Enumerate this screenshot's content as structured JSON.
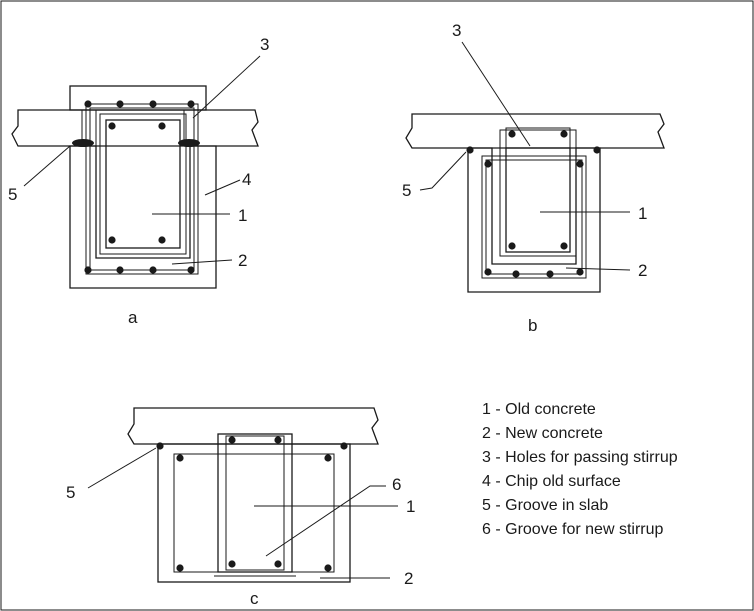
{
  "diagrams": [
    {
      "caption": "a",
      "callouts": [
        "3",
        "5",
        "4",
        "1",
        "2"
      ]
    },
    {
      "caption": "b",
      "callouts": [
        "3",
        "5",
        "1",
        "2"
      ]
    },
    {
      "caption": "c",
      "callouts": [
        "5",
        "6",
        "1",
        "2"
      ]
    }
  ],
  "legend": [
    "1 - Old concrete",
    "2 - New concrete",
    "3 - Holes for passing stirrup",
    "4 - Chip old surface",
    "5 - Groove in slab",
    "6 - Groove for new stirrup"
  ]
}
